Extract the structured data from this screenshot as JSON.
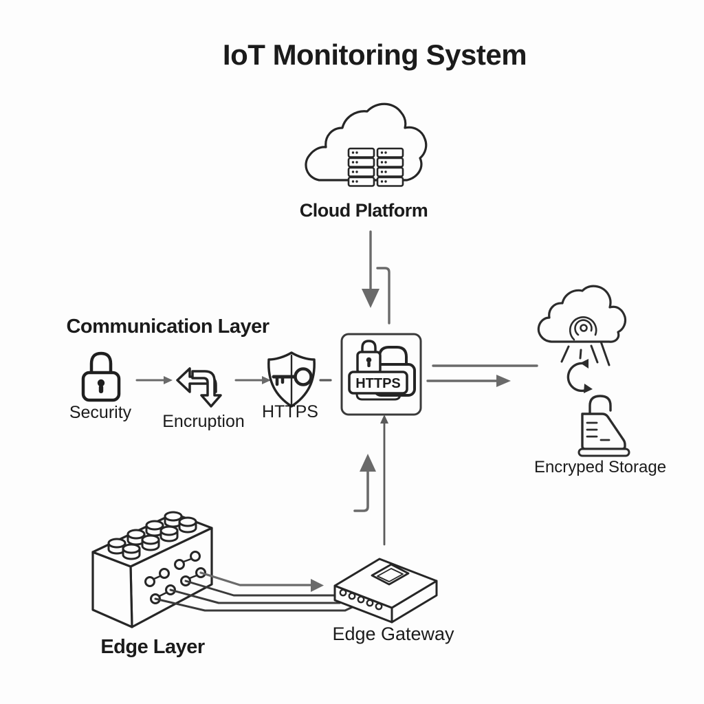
{
  "title": "IoT Monitoring System",
  "colors": {
    "background": "#fdfdfd",
    "ink": "#262626",
    "arrow": "#6a6a6a",
    "text": "#1b1b1b"
  },
  "nodes": {
    "cloud_platform": {
      "label": "Cloud Platform",
      "icon": "cloud-servers-icon"
    },
    "communication_layer": {
      "heading": "Communication Layer",
      "items": [
        {
          "label": "Security",
          "icon": "padlock-icon"
        },
        {
          "label": "Encruption",
          "icon": "encryption-knot-icon"
        },
        {
          "label": "HTTPS",
          "icon": "shield-key-icon"
        }
      ]
    },
    "https_gateway_box": {
      "badge_text": "HTTPS",
      "icon": "lock-https-badge-icon"
    },
    "encrypted_storage": {
      "label": "Encryped Storage",
      "icons": [
        "cloud-signal-sync-icon",
        "storage-lock-icon"
      ]
    },
    "edge_layer": {
      "label": "Edge Layer",
      "icon": "terminal-block-icon"
    },
    "edge_gateway": {
      "label": "Edge Gateway",
      "icon": "gateway-device-icon"
    }
  }
}
